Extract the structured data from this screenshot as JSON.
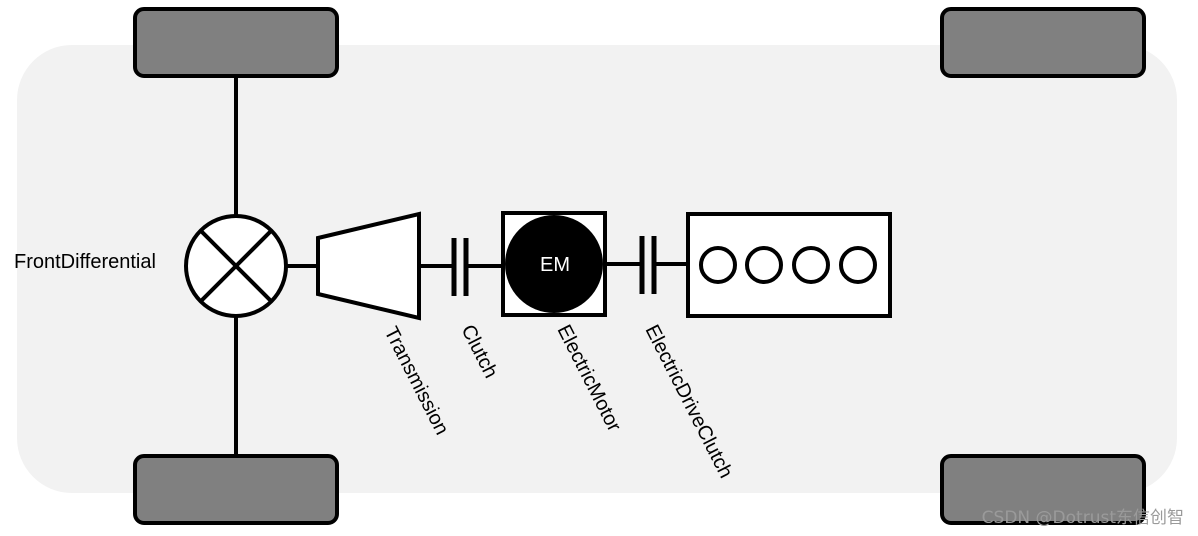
{
  "labels": {
    "front_differential": "FrontDifferential",
    "transmission": "Transmission",
    "clutch": "Clutch",
    "electric_motor": "ElectricMotor",
    "electric_drive_clutch": "ElectricDriveClutch",
    "motor_badge": "EM"
  },
  "watermark": "CSDN @Dotrust东信创智",
  "colors": {
    "chassis": "#f2f2f2",
    "wheel": "#808080",
    "motor": "#000000",
    "stroke": "#000000"
  }
}
